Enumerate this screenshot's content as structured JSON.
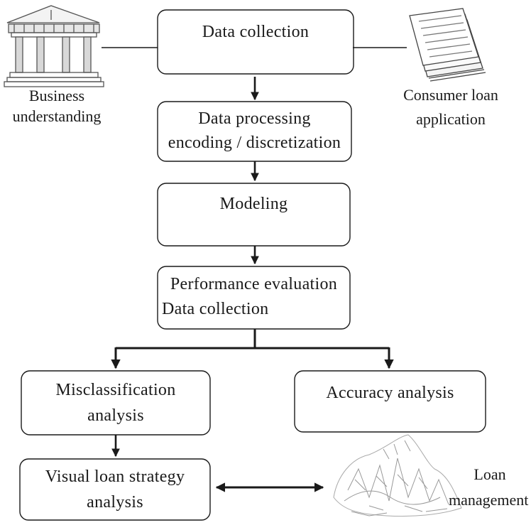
{
  "boxes": {
    "data_collection": "Data collection",
    "data_processing": [
      "Data processing",
      "encoding / discretization"
    ],
    "modeling": "Modeling",
    "performance": [
      "Performance evaluation",
      "Data collection"
    ],
    "misclassification": [
      "Misclassification",
      "analysis"
    ],
    "accuracy": "Accuracy analysis",
    "visual_strategy": [
      "Visual loan strategy",
      "analysis"
    ]
  },
  "side_labels": {
    "business": [
      "Business",
      "understanding"
    ],
    "consumer": [
      "Consumer loan",
      "application"
    ],
    "loan_mgmt": [
      "Loan",
      "management"
    ]
  },
  "icons": {
    "business": "bank-building-icon",
    "consumer": "paper-stack-icon",
    "loan_mgmt": "loan-management-sketch-icon"
  },
  "colors": {
    "line": "#1a1a1a",
    "icon": "#888888"
  }
}
